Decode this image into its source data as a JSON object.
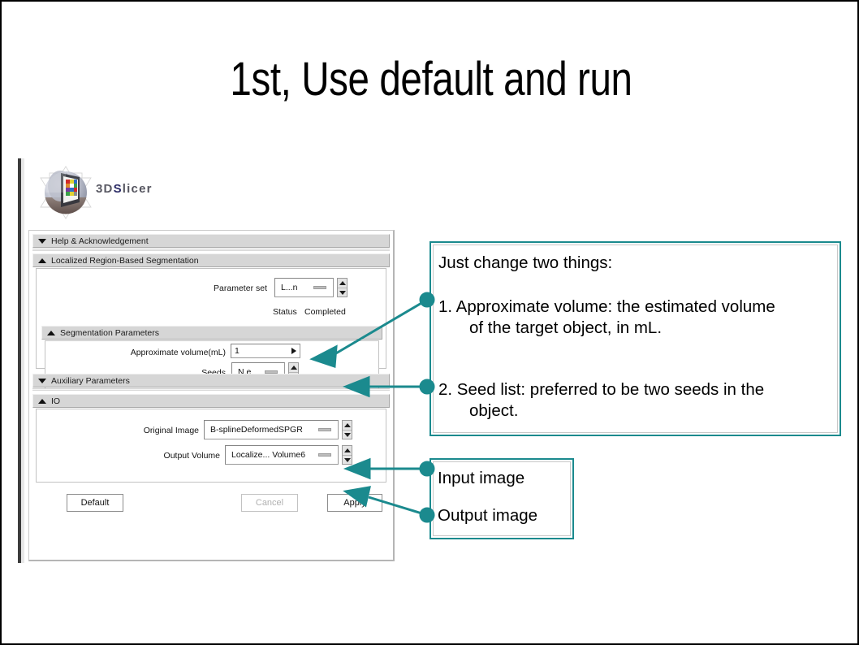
{
  "slide": {
    "title": "1st, Use default and run",
    "background_color": "#ffffff",
    "accent_color": "#1b8a8e"
  },
  "slicer": {
    "logo_text_parts": {
      "part1": "3D",
      "part2": "S",
      "part3": "licer"
    },
    "logo_alt": "3DSlicer",
    "sections": [
      {
        "id": "help",
        "label": "Help & Acknowledgement",
        "state": "collapsed",
        "arrow": "chevron-down-icon"
      },
      {
        "id": "localized",
        "label": "Localized Region-Based Segmentation",
        "state": "expanded",
        "arrow": "chevron-up-icon"
      },
      {
        "id": "segparams",
        "label": "Segmentation Parameters",
        "state": "expanded",
        "arrow": "chevron-up-icon"
      },
      {
        "id": "auxparams",
        "label": "Auxiliary Parameters",
        "state": "collapsed",
        "arrow": "chevron-down-icon"
      },
      {
        "id": "io",
        "label": "IO",
        "state": "expanded",
        "arrow": "chevron-up-icon"
      }
    ],
    "fields": {
      "parameter_set": {
        "label": "Parameter set",
        "value": "L...n"
      },
      "status": {
        "label": "Status",
        "value": "Completed"
      },
      "approximate_volume": {
        "label": "Approximate volume(mL)",
        "value": "1"
      },
      "seeds": {
        "label": "Seeds",
        "value": "N.e"
      },
      "original_image": {
        "label": "Original Image",
        "value": "B-splineDeformedSPGR"
      },
      "output_volume": {
        "label": "Output Volume",
        "value": "Localize... Volume6"
      }
    },
    "buttons": {
      "default": {
        "label": "Default",
        "enabled": true
      },
      "cancel": {
        "label": "Cancel",
        "enabled": false
      },
      "apply": {
        "label": "Apply",
        "enabled": true
      }
    }
  },
  "callouts": {
    "main": {
      "heading": "Just change two things:",
      "item1_line1": "1. Approximate volume: the estimated volume",
      "item1_line2": "of the target object, in mL.",
      "item2_line1": "2. Seed list: preferred to be two seeds in the",
      "item2_line2": "object."
    },
    "io": {
      "input": "Input image",
      "output": "Output image"
    }
  }
}
